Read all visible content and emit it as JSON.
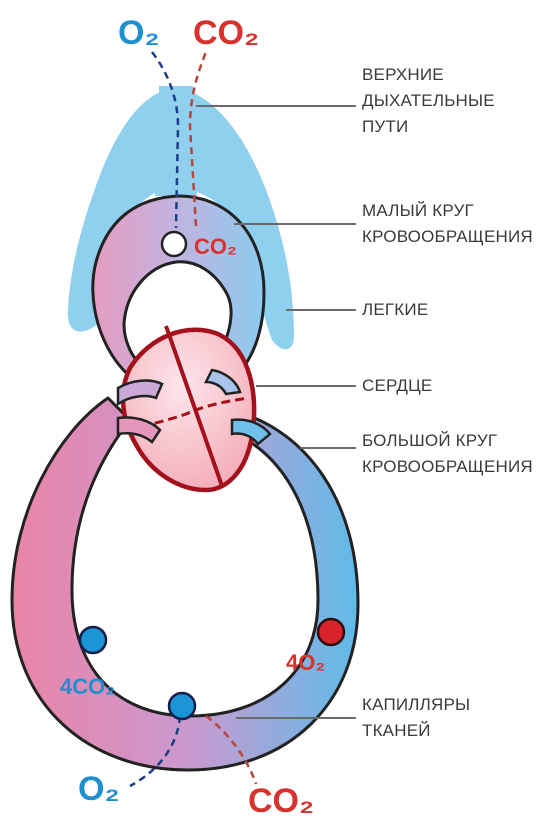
{
  "gases": {
    "o2_top": "O₂",
    "co2_top": "CO₂",
    "co2_lungs": "CO₂",
    "tissue_4co2": "4CO₂",
    "tissue_4o2": "4O₂",
    "o2_bottom": "O₂",
    "co2_bottom": "CO₂"
  },
  "labels": {
    "upper_airways": [
      "ВЕРХНИЕ",
      "ДЫХАТЕЛЬНЫЕ",
      "ПУТИ"
    ],
    "pulmonary_circulation": [
      "МАЛЫЙ КРУГ",
      "КРОВООБРАЩЕНИЯ"
    ],
    "lungs": [
      "ЛЕГКИЕ"
    ],
    "heart": [
      "СЕРДЦЕ"
    ],
    "systemic_circulation": [
      "БОЛЬШОЙ КРУГ",
      "КРОВООБРАЩЕНИЯ"
    ],
    "tissue_capillaries": [
      "КАПИЛЛЯРЫ",
      "ТКАНЕЙ"
    ]
  },
  "colors": {
    "oxygenated_text": "#d9322c",
    "deoxygenated_text": "#1f8fd0",
    "lungs": "#8fd0ee",
    "venous_blood": "#ea84a6",
    "arterial_blood": "#5fbbe8",
    "heart_fill": "#f7b9c2",
    "heart_outline": "#a3111d",
    "outline": "#222222"
  }
}
